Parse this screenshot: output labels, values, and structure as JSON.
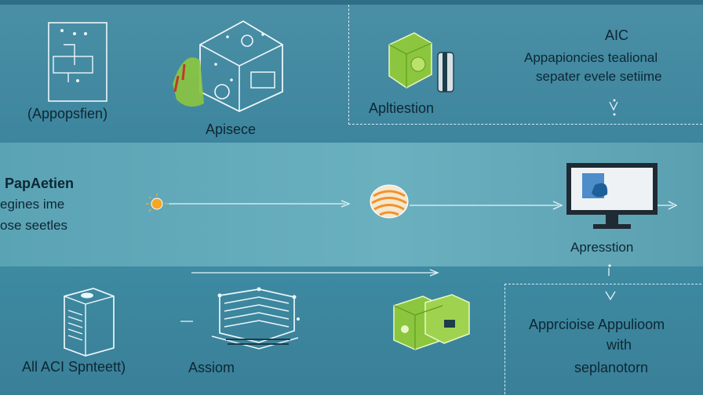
{
  "top": {
    "label_app": "(Appopsfien)",
    "label_center": "Apisece",
    "label_panel": "Apltiestion",
    "right_title": "AIC",
    "right_line1": "Appapioncies tealional",
    "right_line2": "sepater evele setiime"
  },
  "middle": {
    "left_line1": "PapAetien",
    "left_line2": "egines ime",
    "left_line3": "ose seetles",
    "right_label": "Apresstion"
  },
  "bottom": {
    "label_server": "All ACI Spnteett)",
    "label_asiom": "Assiom",
    "right_line1": "Apprcioise Appulioom",
    "right_line2": "with",
    "right_line3": "seplanotorn"
  },
  "colors": {
    "accent_green": "#8cc63f",
    "line": "#e6f4f8",
    "text": "#0d2733"
  }
}
